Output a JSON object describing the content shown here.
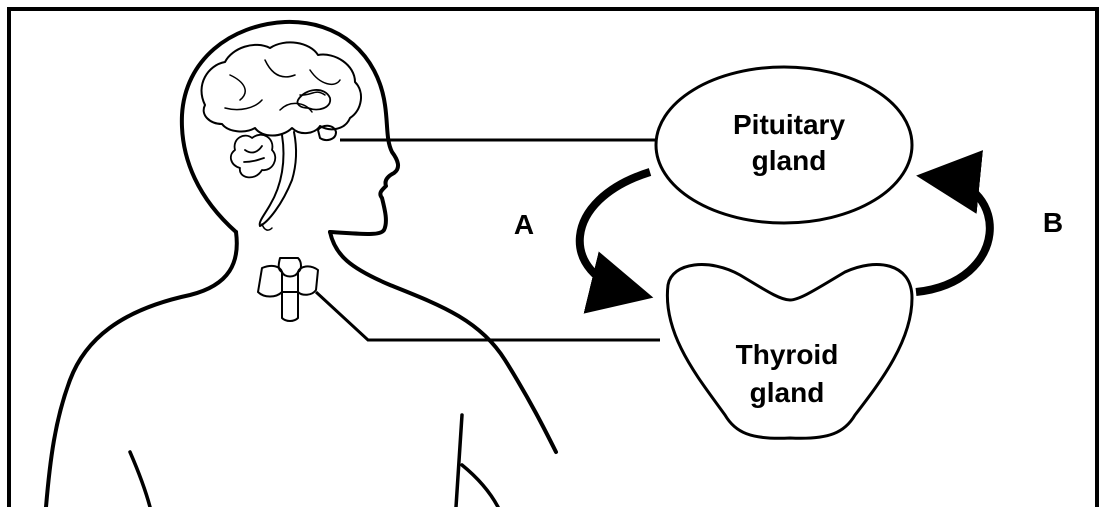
{
  "diagram": {
    "pituitary_label_line1": "Pituitary",
    "pituitary_label_line2": "gland",
    "thyroid_label_line1": "Thyroid",
    "thyroid_label_line2": "gland",
    "arrow_a_label": "A",
    "arrow_b_label": "B"
  },
  "colors": {
    "stroke": "#000000",
    "background": "#ffffff"
  }
}
